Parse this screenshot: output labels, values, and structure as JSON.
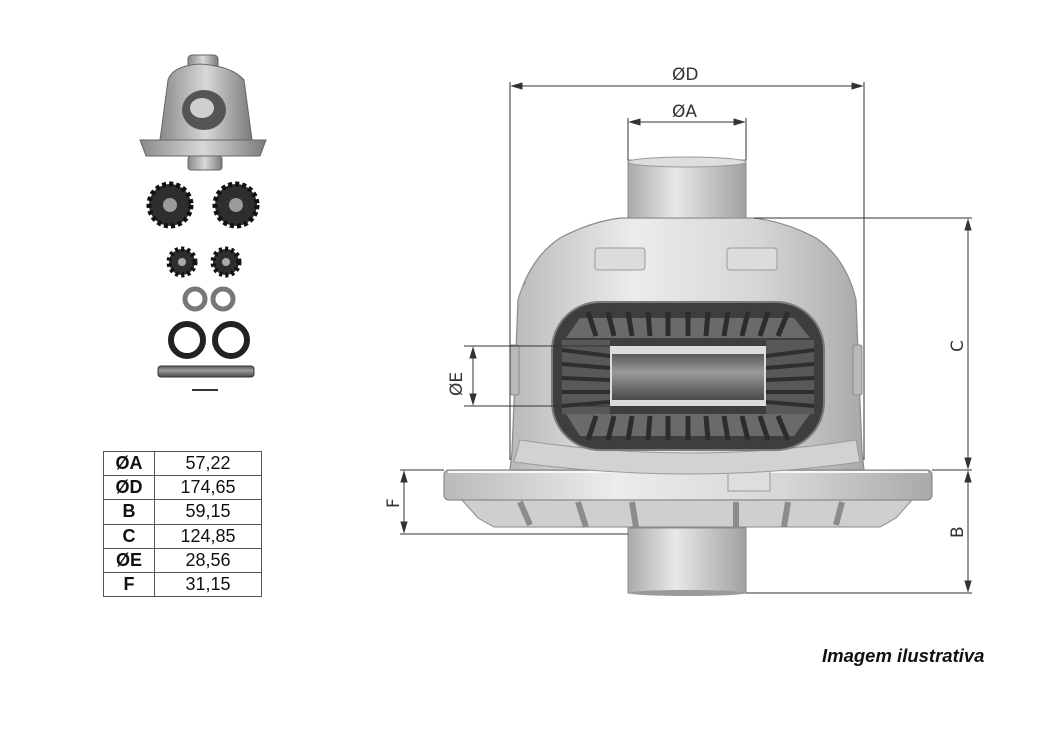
{
  "dimension_labels": {
    "d": "ØD",
    "a": "ØA",
    "e": "ØE",
    "c": "C",
    "b": "B",
    "f": "F"
  },
  "table": {
    "rows": [
      {
        "key": "ØA",
        "value": "57,22"
      },
      {
        "key": "ØD",
        "value": "174,65"
      },
      {
        "key": "B",
        "value": "59,15"
      },
      {
        "key": "C",
        "value": "124,85"
      },
      {
        "key": "ØE",
        "value": "28,56"
      },
      {
        "key": "F",
        "value": "31,15"
      }
    ]
  },
  "caption": "Imagem ilustrativa",
  "colors": {
    "metal_light": "#e6e6e6",
    "metal_mid": "#c4c4c4",
    "metal_dark": "#6e6e6e",
    "dimension_line": "#333333"
  }
}
